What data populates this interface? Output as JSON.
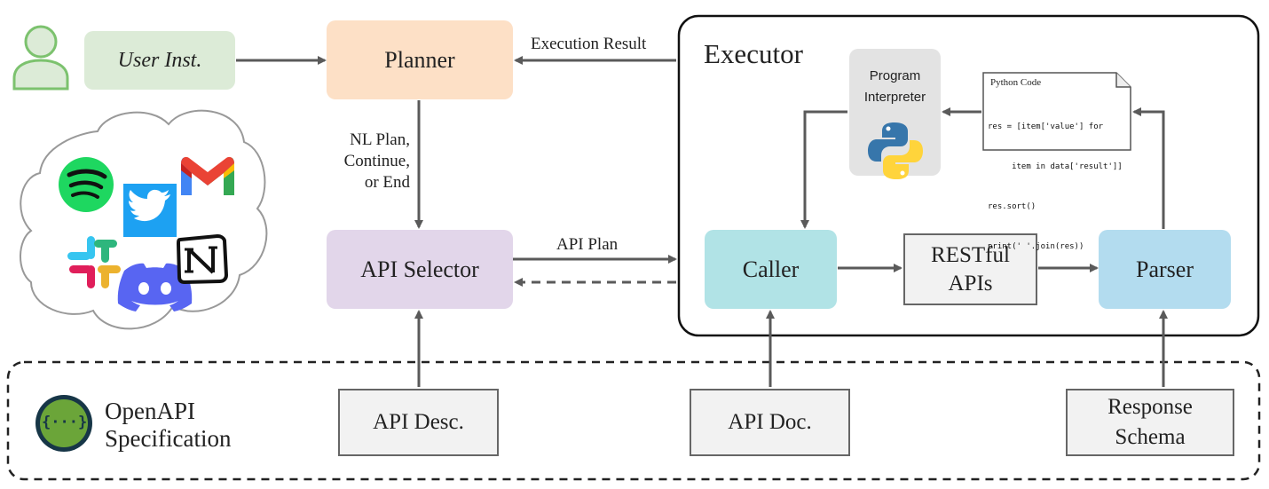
{
  "user_inst": "User Inst.",
  "planner": "Planner",
  "execution_result": "Execution Result",
  "nl_plan_lines": [
    "NL Plan,",
    "Continue,",
    "or End"
  ],
  "api_selector": "API Selector",
  "api_plan": "API Plan",
  "executor": "Executor",
  "program_interpreter_lines": [
    "Program",
    "Interpreter"
  ],
  "python_code": {
    "title": "Python Code",
    "lines": [
      "res = [item['value'] for",
      "     item in data['result']]",
      "res.sort()",
      "print(' '.join(res))"
    ]
  },
  "caller": "Caller",
  "restful_lines": [
    "RESTful",
    "APIs"
  ],
  "parser": "Parser",
  "openapi_lines": [
    "OpenAPI",
    "Specification"
  ],
  "openapi_logo_glyph": "{···}",
  "api_desc": "API Desc.",
  "api_doc": "API Doc.",
  "response_schema_lines": [
    "Response",
    "Schema"
  ],
  "icons": [
    "user-icon",
    "spotify-icon",
    "twitter-icon",
    "gmail-icon",
    "slack-icon",
    "discord-icon",
    "notion-icon",
    "python-icon",
    "openapi-icon"
  ],
  "colors": {
    "user_inst_fill": "#dcebd7",
    "planner_fill": "#fde0c6",
    "api_selector_fill": "#e2d6ea",
    "caller_fill": "#b1e3e6",
    "parser_fill": "#b3dcef",
    "interpreter_fill": "#e3e3e3",
    "gray_box_fill": "#f2f2f2",
    "arrow": "#5a5a5a",
    "user_icon": "#7cc26e",
    "spotify": "#1ed760",
    "twitter": "#1da1f2",
    "discord": "#5865f2",
    "openapi": "#6ba539"
  }
}
